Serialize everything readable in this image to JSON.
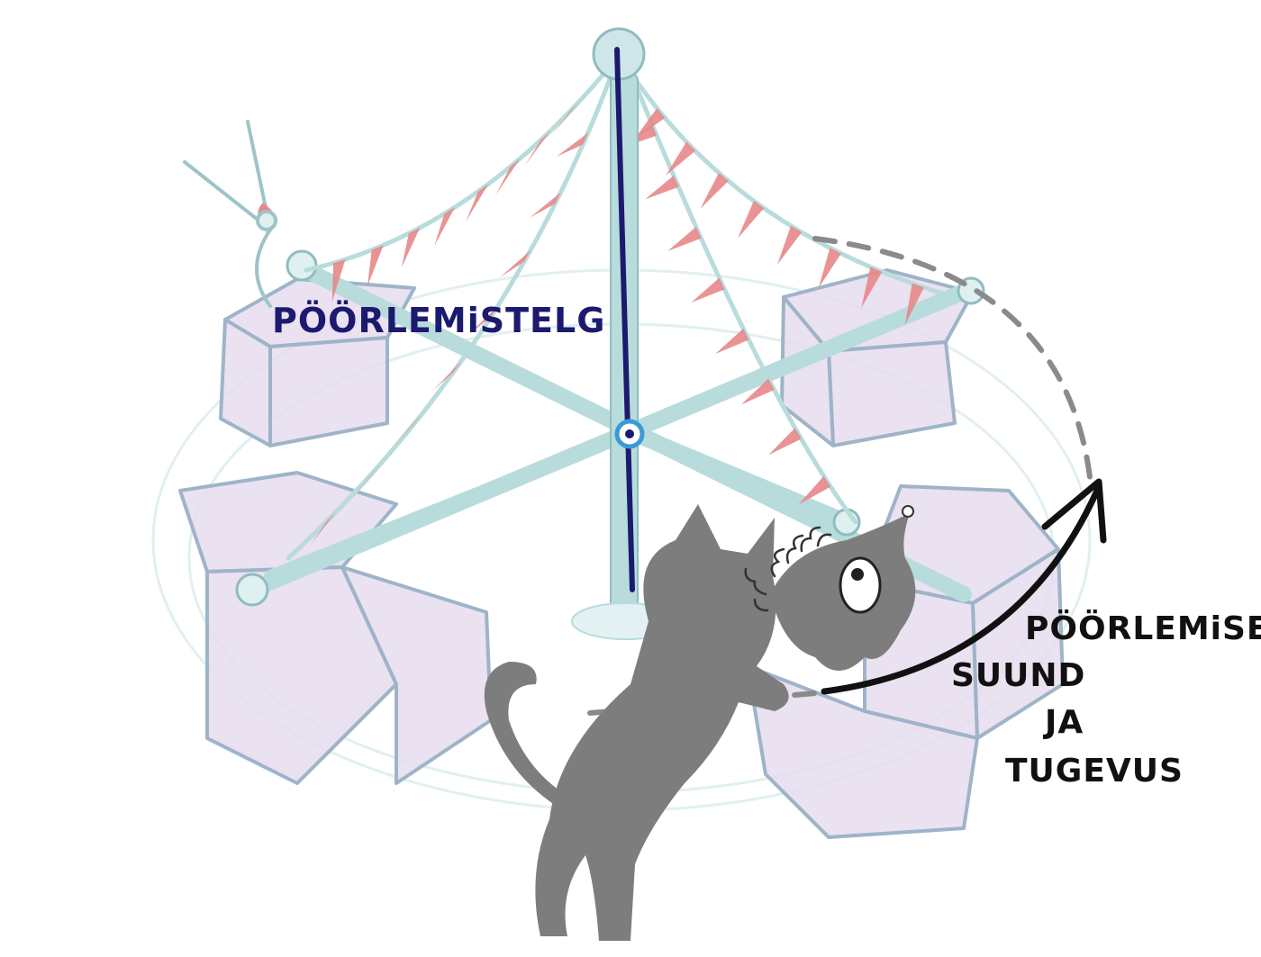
{
  "labels": {
    "axis": "PÖÖRLEMiSTELG",
    "direction_lines": [
      "PÖÖRLEMiSE",
      "SUUND",
      "JA",
      "TUGEVUS"
    ]
  },
  "colors": {
    "axis_line": "#1c1a6e",
    "axis_text": "#1c1a6e",
    "label_text": "#111111",
    "arrow": "#111111",
    "arrow_dashed": "#8a8a8a",
    "frame": "#b8dcdc",
    "frame_dark": "#8fbcc0",
    "seat_fill": "#e6dcee",
    "seat_stroke": "#9eb4c8",
    "pennant": "#e8878a",
    "cat": "#7d7d7d",
    "hub": "#3a9ad6"
  },
  "icons": {
    "cat": "cat-silhouette-icon",
    "creature": "spiky-creature-icon",
    "bird": "crane-bird-icon"
  }
}
